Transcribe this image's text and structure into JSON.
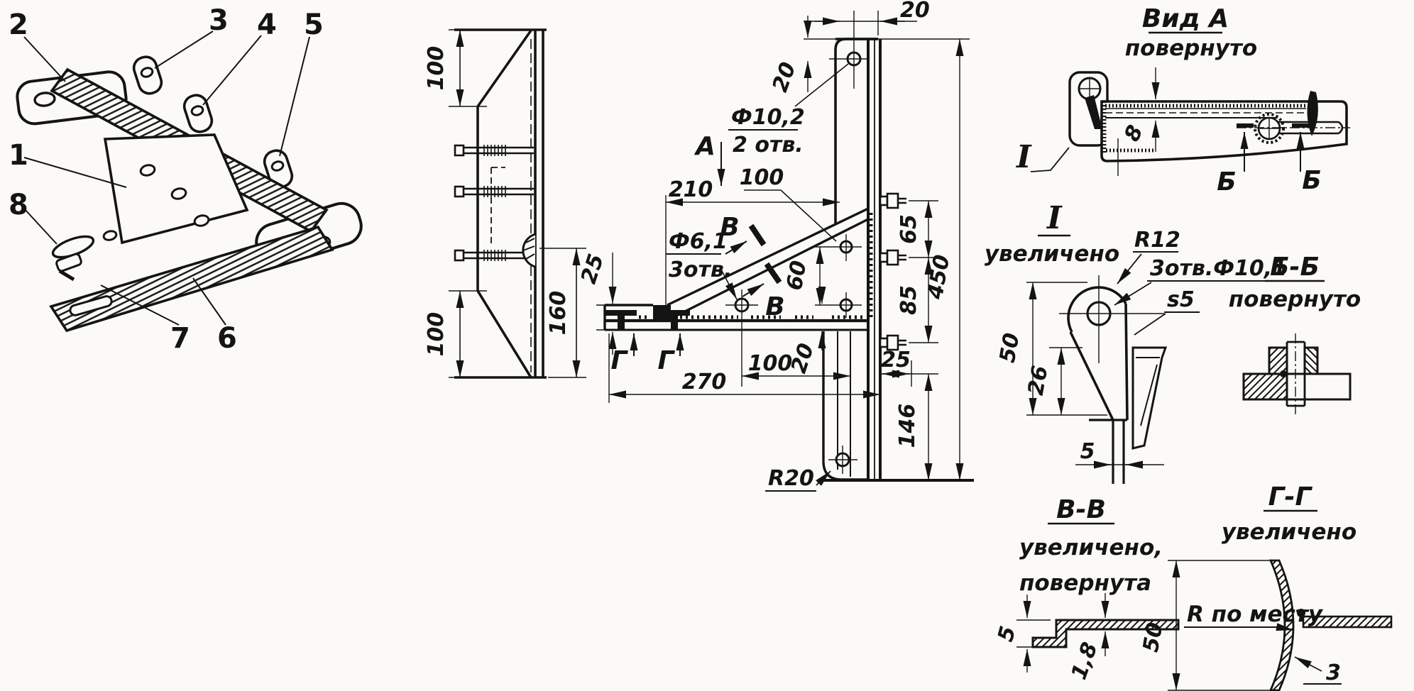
{
  "iso": {
    "c1": "1",
    "c2": "2",
    "c3": "3",
    "c4": "4",
    "c5": "5",
    "c6": "6",
    "c7": "7",
    "c8": "8"
  },
  "side": {
    "d100t": "100",
    "d100b": "100",
    "d160": "160"
  },
  "main": {
    "d20top": "20",
    "d20left": "20",
    "n102a": "Ф10,2",
    "n102b": "2 отв.",
    "viewA": "А",
    "d210": "210",
    "d100u": "100",
    "n61a": "Ф6,1",
    "n61b": "3отв.",
    "secB": "В",
    "secG": "Г",
    "d60": "60",
    "d20shelf": "20",
    "d25left": "25",
    "d65": "65",
    "d85": "85",
    "d25right": "25",
    "d146": "146",
    "d450": "450",
    "d100b": "100",
    "d270": "270",
    "r20": "R20"
  },
  "vida": {
    "t1": "Вид А",
    "t2": "повернуто",
    "d8": "8",
    "secB": "Б",
    "calloutI": "I"
  },
  "di": {
    "t1": "I",
    "t2": "увеличено",
    "r12": "R12",
    "holes": "3отв.Ф10,1",
    "s5": "s5",
    "d50": "50",
    "d26": "26",
    "d5": "5"
  },
  "bb": {
    "t1": "Б-Б",
    "t2": "повернуто"
  },
  "vv": {
    "t1": "В-В",
    "t2": "увеличено,",
    "t3": "повернута",
    "d5": "5",
    "d18": "1,8"
  },
  "gg": {
    "t1": "Г-Г",
    "t2": "увеличено",
    "d50": "50",
    "rnote": "R по месту",
    "d3": "3"
  }
}
